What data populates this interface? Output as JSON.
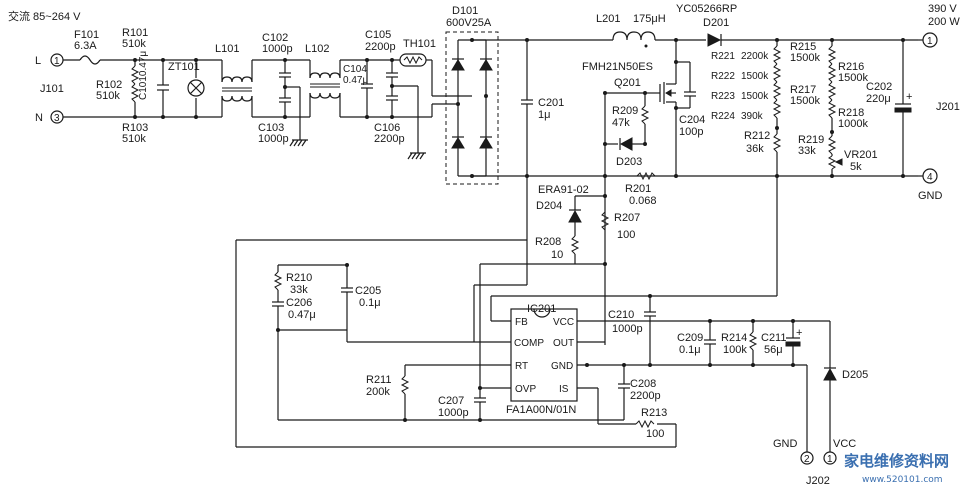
{
  "input": {
    "title": "交流 85~264 V",
    "L": "L",
    "N": "N",
    "pin1": "1",
    "pin3": "3",
    "jack": "J101"
  },
  "components": {
    "f101": {
      "ref": "F101",
      "val": "6.3A"
    },
    "r101": {
      "ref": "R101",
      "val": "510k"
    },
    "r102": {
      "ref": "R102",
      "val": "510k"
    },
    "r103": {
      "ref": "R103",
      "val": "510k"
    },
    "c101": {
      "ref": "C101",
      "val": "0.47μ"
    },
    "zt101": {
      "ref": "ZT101"
    },
    "l101": {
      "ref": "L101"
    },
    "c102": {
      "ref": "C102",
      "val": "1000p"
    },
    "c103": {
      "ref": "C103",
      "val": "1000p"
    },
    "l102": {
      "ref": "L102"
    },
    "c104": {
      "ref": "C104",
      "val": "0.47μ"
    },
    "c105": {
      "ref": "C105",
      "val": "2200p"
    },
    "c106": {
      "ref": "C106",
      "val": "2200p"
    },
    "th101": {
      "ref": "TH101"
    },
    "d101": {
      "ref": "D101",
      "val": "600V25A"
    },
    "c201": {
      "ref": "C201",
      "val": "1μ"
    },
    "l201": {
      "ref": "L201",
      "val": "175μH"
    },
    "d201": {
      "ref": "D201",
      "part": "YC05266RP"
    },
    "q201": {
      "ref": "Q201",
      "part": "FMH21N50ES"
    },
    "r209": {
      "ref": "R209",
      "val": "47k"
    },
    "c204": {
      "ref": "C204",
      "val": "100p"
    },
    "d203": {
      "ref": "D203"
    },
    "r201": {
      "ref": "R201",
      "val": "0.068"
    },
    "r221": {
      "ref": "R221",
      "val": "2200k"
    },
    "r222": {
      "ref": "R222",
      "val": "1500k"
    },
    "r223": {
      "ref": "R223",
      "val": "1500k"
    },
    "r224": {
      "ref": "R224",
      "val": "390k"
    },
    "r212": {
      "ref": "R212",
      "val": "36k"
    },
    "r215": {
      "ref": "R215",
      "val": "1500k"
    },
    "r216": {
      "ref": "R216",
      "val": "1500k"
    },
    "r217": {
      "ref": "R217",
      "val": "1500k"
    },
    "r218": {
      "ref": "R218",
      "val": "1000k"
    },
    "r219": {
      "ref": "R219",
      "val": "33k"
    },
    "vr201": {
      "ref": "VR201",
      "val": "5k"
    },
    "c202": {
      "ref": "C202",
      "val": "220μ"
    },
    "d204": {
      "ref": "D204",
      "part": "ERA91-02"
    },
    "r207": {
      "ref": "R207",
      "val": "100"
    },
    "r208": {
      "ref": "R208",
      "val": "10"
    },
    "r210": {
      "ref": "R210",
      "val": "33k"
    },
    "c205": {
      "ref": "C205",
      "val": "0.1μ"
    },
    "c206": {
      "ref": "C206",
      "val": "0.47μ"
    },
    "r211": {
      "ref": "R211",
      "val": "200k"
    },
    "c207": {
      "ref": "C207",
      "val": "1000p"
    },
    "c208": {
      "ref": "C208",
      "val": "2200p"
    },
    "r213": {
      "ref": "R213",
      "val": "100"
    },
    "c209": {
      "ref": "C209",
      "val": "0.1μ"
    },
    "c210": {
      "ref": "C210",
      "val": "1000p"
    },
    "r214": {
      "ref": "R214",
      "val": "100k"
    },
    "c211": {
      "ref": "C211",
      "val": "56μ"
    },
    "d205": {
      "ref": "D205"
    }
  },
  "ic201": {
    "ref": "IC201",
    "part": "FA1A00N/01N",
    "pins": {
      "fb": "FB",
      "vcc": "VCC",
      "comp": "COMP",
      "out": "OUT",
      "rt": "RT",
      "gnd": "GND",
      "ovp": "OVP",
      "is": "IS"
    }
  },
  "output": {
    "voltage": "390 V",
    "power": "200 W",
    "jack": "J201",
    "gnd": "GND",
    "pin1": "1",
    "pin4": "4"
  },
  "j202": {
    "ref": "J202",
    "gnd": "GND",
    "vcc": "VCC",
    "pin2": "2",
    "pin1": "1"
  },
  "watermark": {
    "text": "家电维修资料网",
    "url": "www.520101.com"
  }
}
